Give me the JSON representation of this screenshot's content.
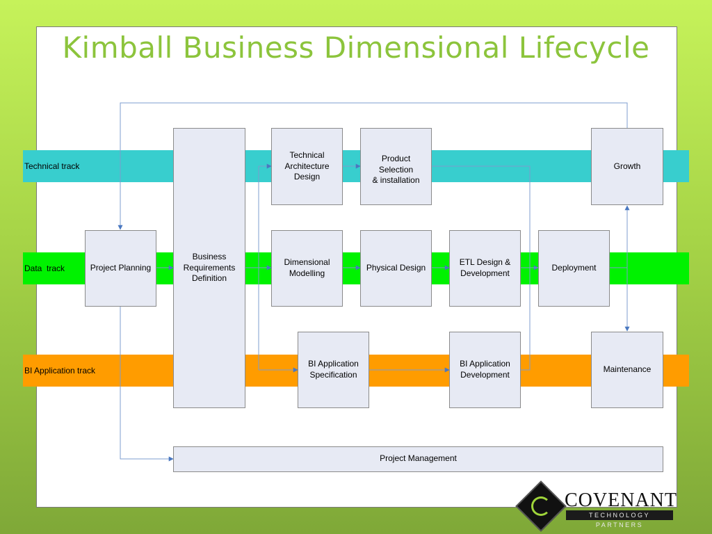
{
  "title": "Kimball Business Dimensional Lifecycle",
  "tracks": {
    "technical": "Technical track",
    "data": "Data  track",
    "bi": "BI Application track"
  },
  "boxes": {
    "project_planning": "Project Planning",
    "business_requirements": "Business\nRequirements\nDefinition",
    "technical_architecture": "Technical\nArchitecture\nDesign",
    "product_selection": "Product Selection\n& installation",
    "growth": "Growth",
    "dimensional_modelling": "Dimensional\nModelling",
    "physical_design": "Physical Design",
    "etl_design": "ETL Design &\nDevelopment",
    "deployment": "Deployment",
    "bi_app_spec": "BI Application\nSpecification",
    "bi_app_dev": "BI Application\nDevelopment",
    "maintenance": "Maintenance",
    "project_management": "Project Management"
  },
  "colors": {
    "title": "#8cc43c",
    "technical_band": "#38cece",
    "data_band": "#00f200",
    "bi_band": "#ff9c00",
    "box_fill": "#e7eaf4",
    "connector": "#4a78c0"
  },
  "logo": {
    "name": "COVENANT",
    "subtitle": "TECHNOLOGY PARTNERS",
    "icon": "covenant-diamond-logo"
  }
}
